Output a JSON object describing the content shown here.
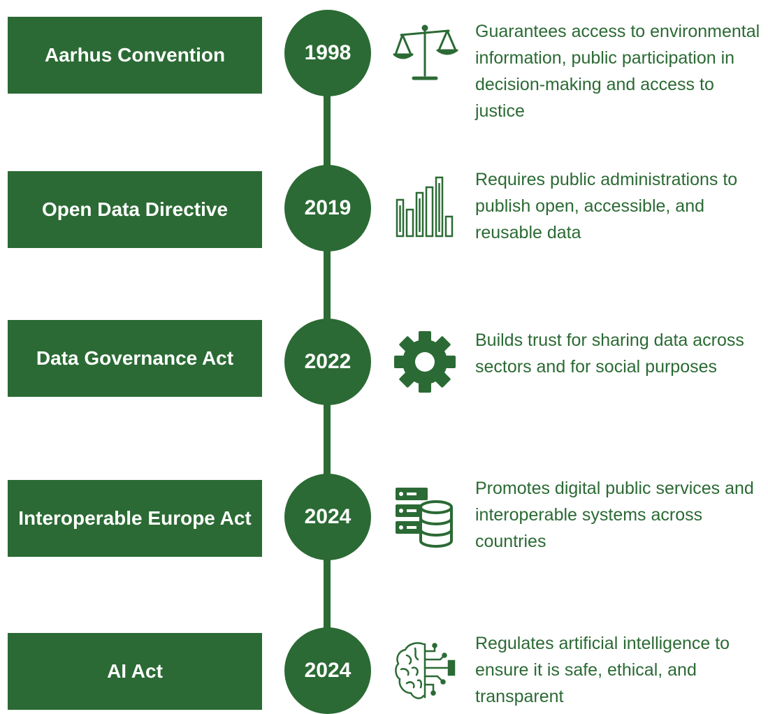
{
  "colors": {
    "accent": "#2b6a34",
    "text_on_accent": "#ffffff"
  },
  "items": [
    {
      "title": "Aarhus Convention",
      "year": "1998",
      "icon": "scales-icon",
      "description": "Guarantees access to environmental information, public participation in decision-making and access to justice"
    },
    {
      "title": "Open Data Directive",
      "year": "2019",
      "icon": "bar-chart-icon",
      "description": "Requires public administrations to publish open, accessible, and reusable data"
    },
    {
      "title": "Data Governance Act",
      "year": "2022",
      "icon": "gear-icon",
      "description": "Builds trust for sharing data across sectors and for social purposes"
    },
    {
      "title": "Interoperable Europe Act",
      "year": "2024",
      "icon": "server-database-icon",
      "description": "Promotes digital public services and interoperable systems across countries"
    },
    {
      "title": "AI Act",
      "year": "2024",
      "icon": "circuit-brain-icon",
      "description": "Regulates artificial intelligence to ensure it is safe, ethical, and transparent"
    }
  ]
}
